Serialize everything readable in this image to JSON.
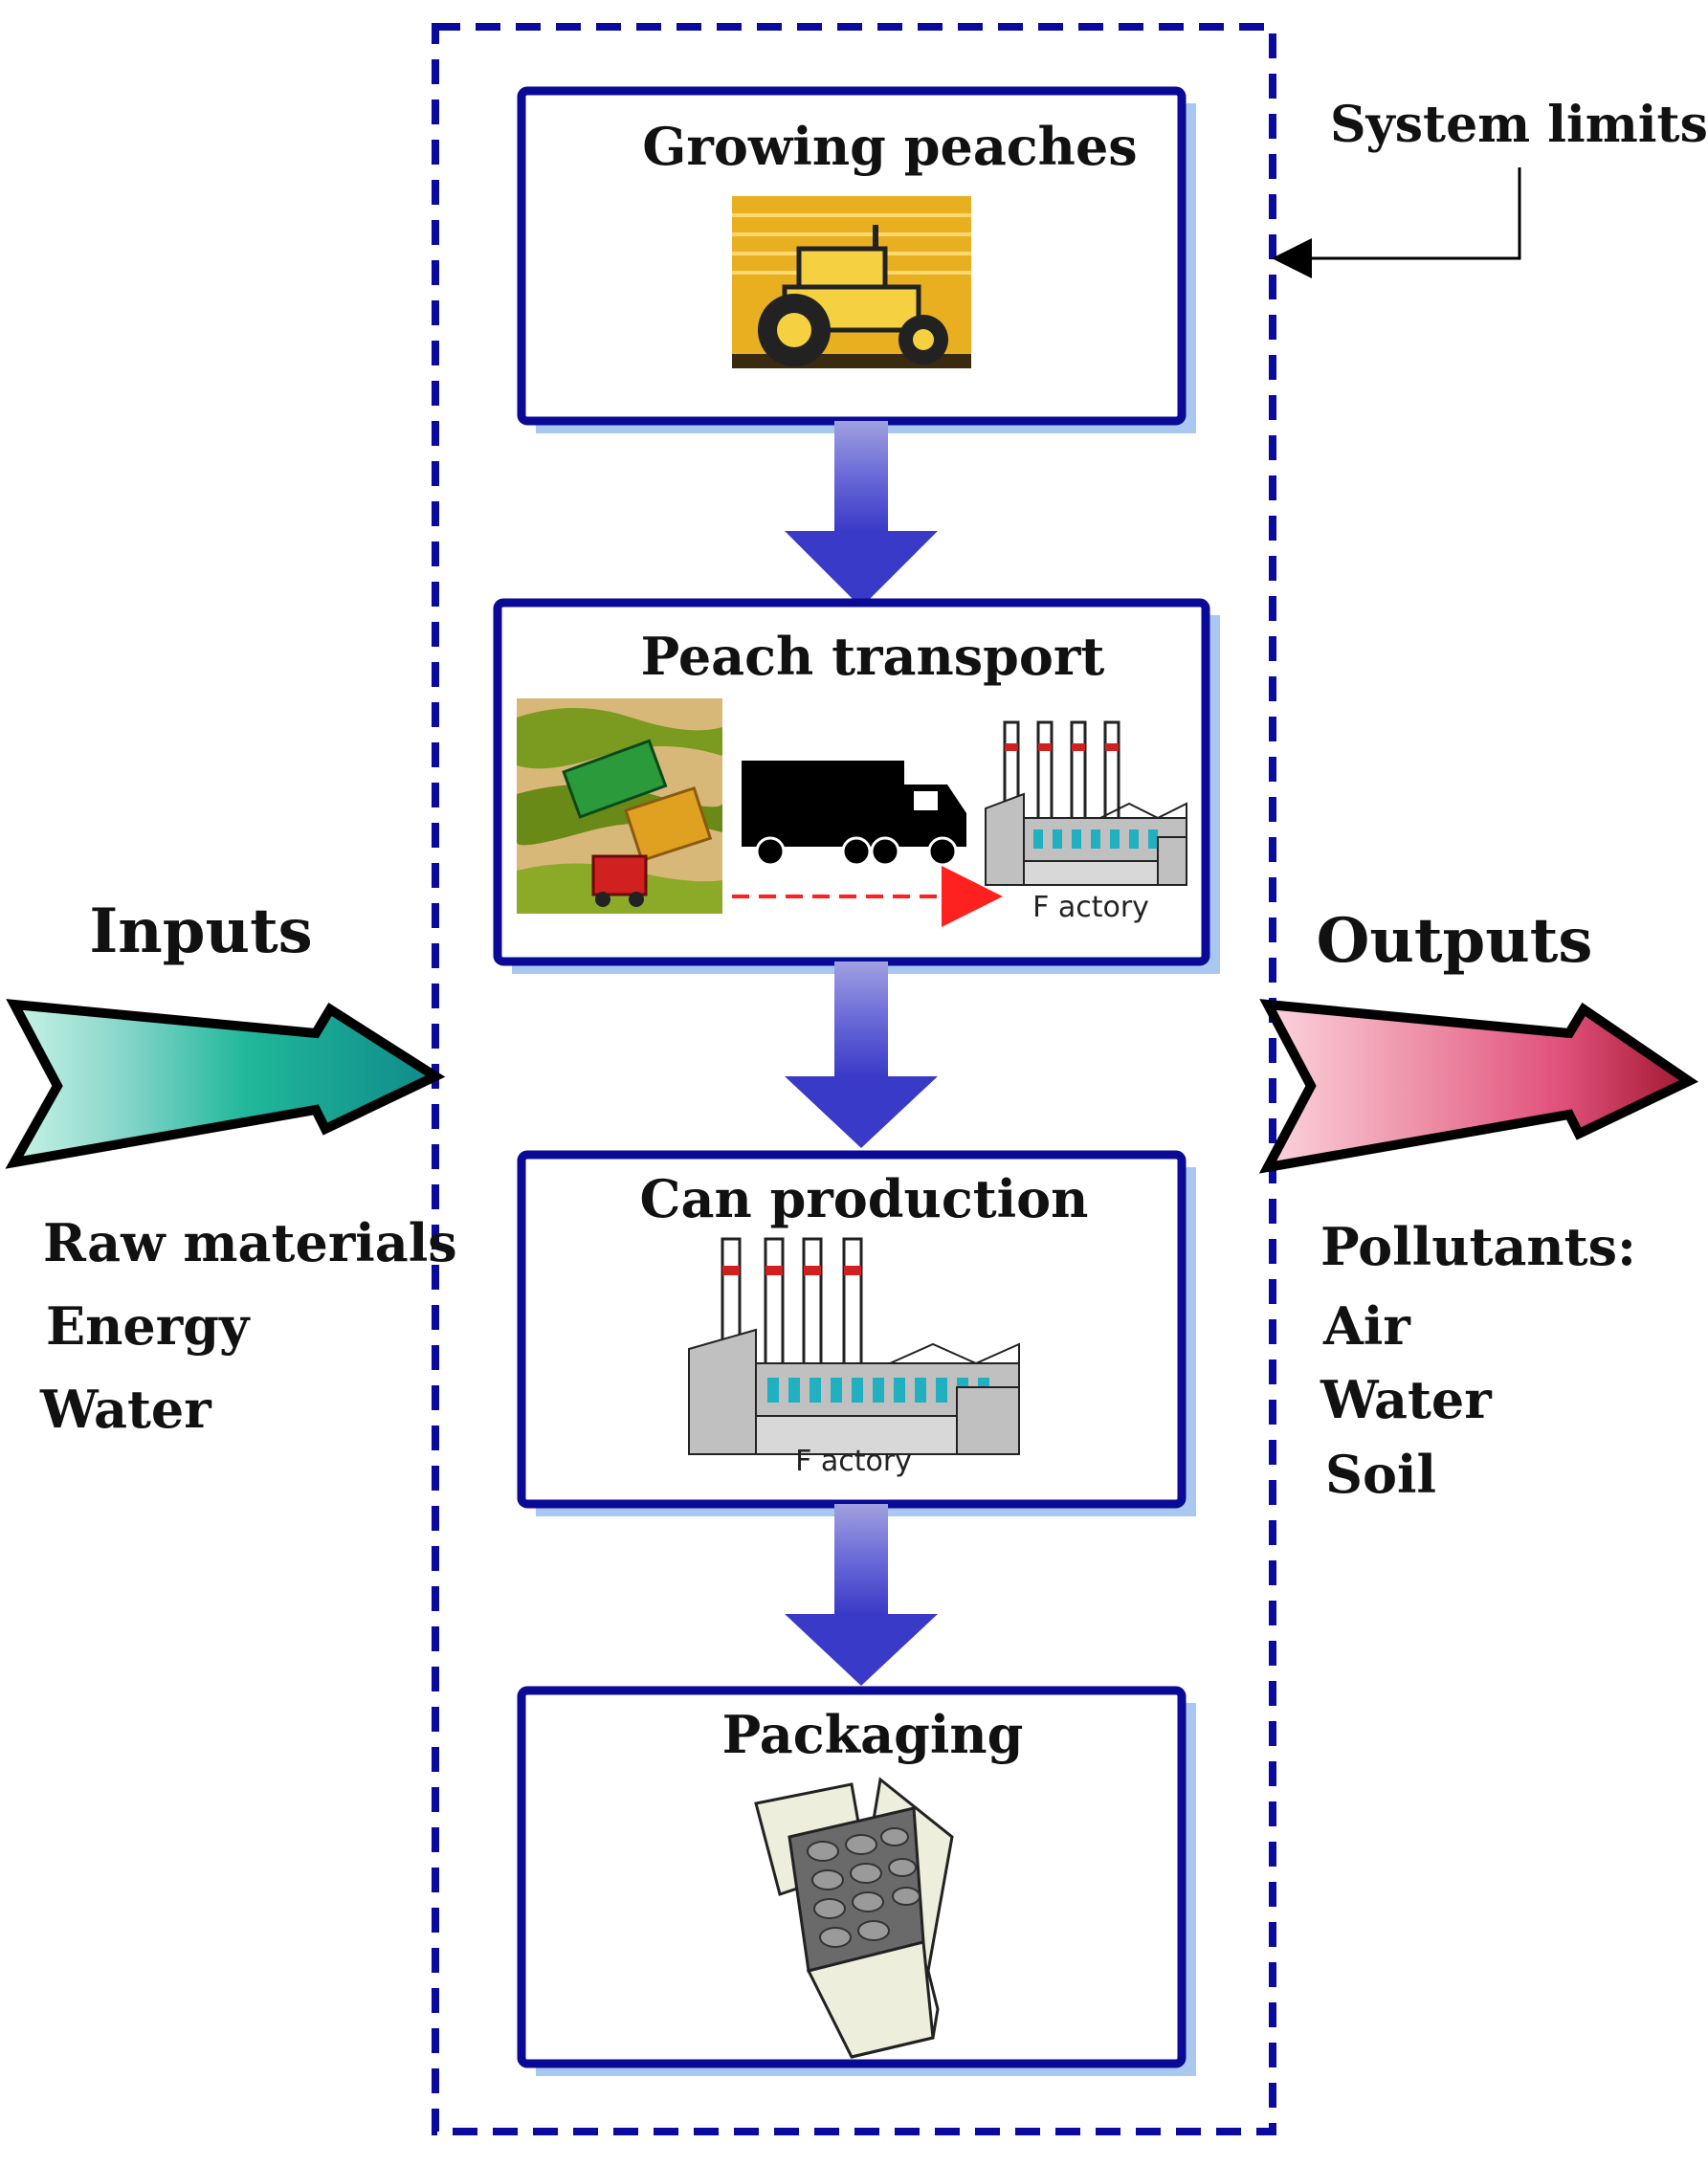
{
  "system_limits": {
    "label": "System limits"
  },
  "stages": [
    {
      "title": "Growing peaches",
      "icon": "tractor-icon"
    },
    {
      "title": "Peach transport",
      "icon": "truck-icon",
      "factory_label": "F actory"
    },
    {
      "title": "Can production",
      "icon": "factory-icon",
      "factory_label": "F actory"
    },
    {
      "title": "Packaging",
      "icon": "box-icon"
    }
  ],
  "inputs": {
    "heading": "Inputs",
    "items": [
      "Raw materials",
      "Energy",
      "Water"
    ]
  },
  "outputs": {
    "heading": "Outputs",
    "items": [
      "Pollutants:",
      "Air",
      "Water",
      "Soil"
    ]
  },
  "colors": {
    "box_border": "#0a0a96",
    "box_shadow": "#a8c8f0",
    "limits_border": "#0a0aa0",
    "flow_arrow": "#4a4ad0",
    "input_arrow": "#1a9a9a",
    "output_arrow": "#d0406a"
  }
}
